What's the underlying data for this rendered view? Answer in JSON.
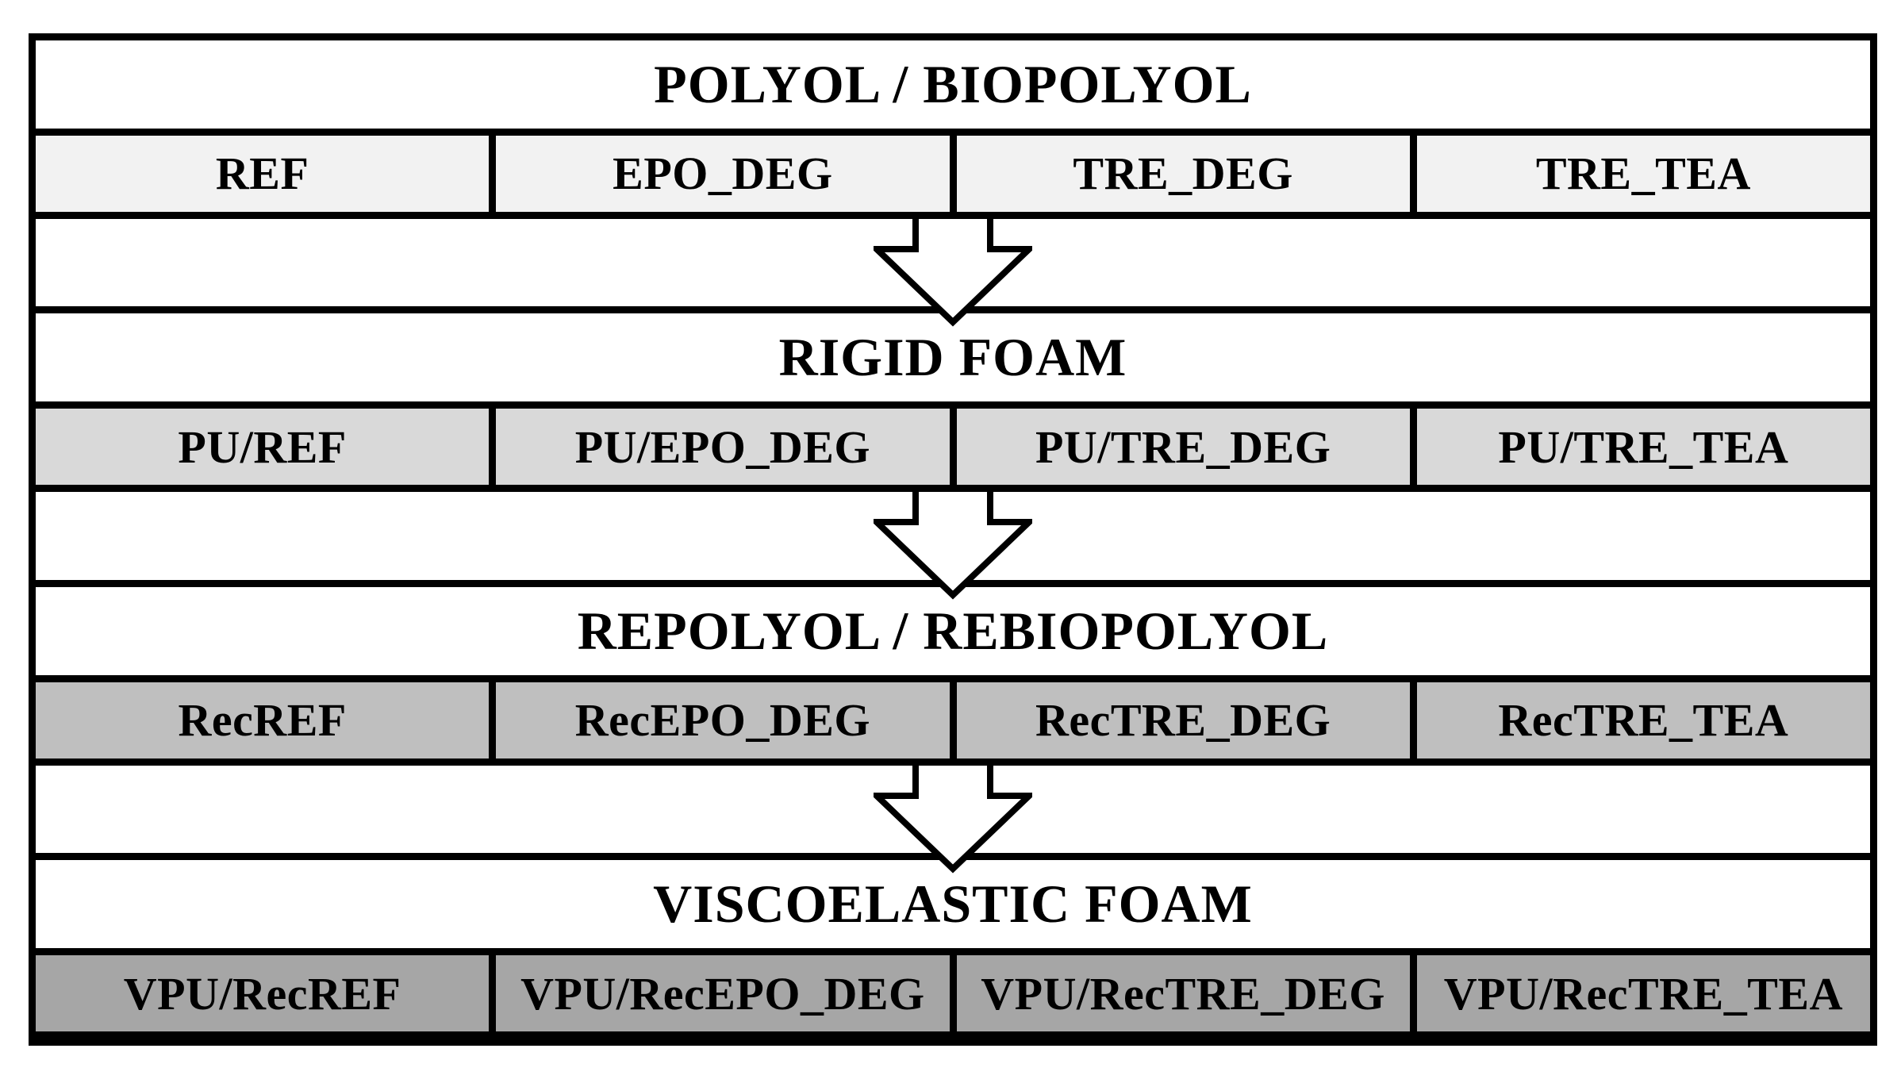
{
  "diagram": {
    "stages": [
      {
        "title": "POLYOL / BIOPOLYOL",
        "cells": [
          "REF",
          "EPO_DEG",
          "TRE_DEG",
          "TRE_TEA"
        ],
        "cell_bg": "#f2f2f2"
      },
      {
        "title": "RIGID FOAM",
        "cells": [
          "PU/REF",
          "PU/EPO_DEG",
          "PU/TRE_DEG",
          "PU/TRE_TEA"
        ],
        "cell_bg": "#d9d9d9"
      },
      {
        "title": "REPOLYOL / REBIOPOLYOL",
        "cells": [
          "RecREF",
          "RecEPO_DEG",
          "RecTRE_DEG",
          "RecTRE_TEA"
        ],
        "cell_bg": "#bfbfbf"
      },
      {
        "title": "VISCOELASTIC FOAM",
        "cells": [
          "VPU/RecREF",
          "VPU/RecEPO_DEG",
          "VPU/RecTRE_DEG",
          "VPU/RecTRE_TEA"
        ],
        "cell_bg": "#a6a6a6"
      }
    ],
    "arrow_icon": "down-block-arrow",
    "colors": {
      "border": "#000000",
      "background": "#ffffff",
      "text": "#000000"
    }
  }
}
